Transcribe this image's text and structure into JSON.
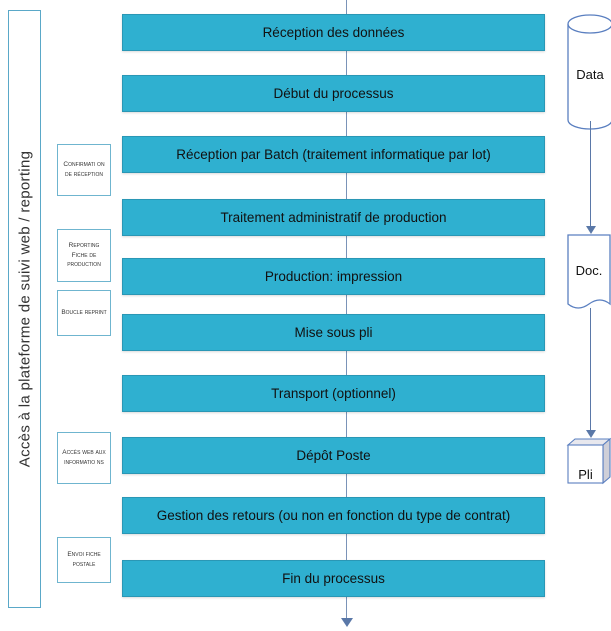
{
  "side_label": "Accès à la plateforme de suivi web / reporting",
  "steps": [
    "Réception des données",
    "Début du processus",
    "Réception par Batch (traitement informatique par lot)",
    "Traitement administratif de production",
    "Production: impression",
    "Mise sous pli",
    "Transport (optionnel)",
    "Dépôt Poste",
    "Gestion des retours (ou non en fonction du type de contrat)",
    "Fin du processus"
  ],
  "notes": [
    "Confirmati on de réception",
    "Reporting Fiche de production",
    "Boucle reprint",
    "Accès web aux informatio ns",
    "Envoi fiche postale"
  ],
  "flow": {
    "data_label": "Data",
    "doc_label": "Doc.",
    "pli_label": "Pli"
  },
  "colors": {
    "step_fill": "#2fb0d0",
    "border": "#5aa8c8",
    "arrow": "#5a78a8"
  }
}
